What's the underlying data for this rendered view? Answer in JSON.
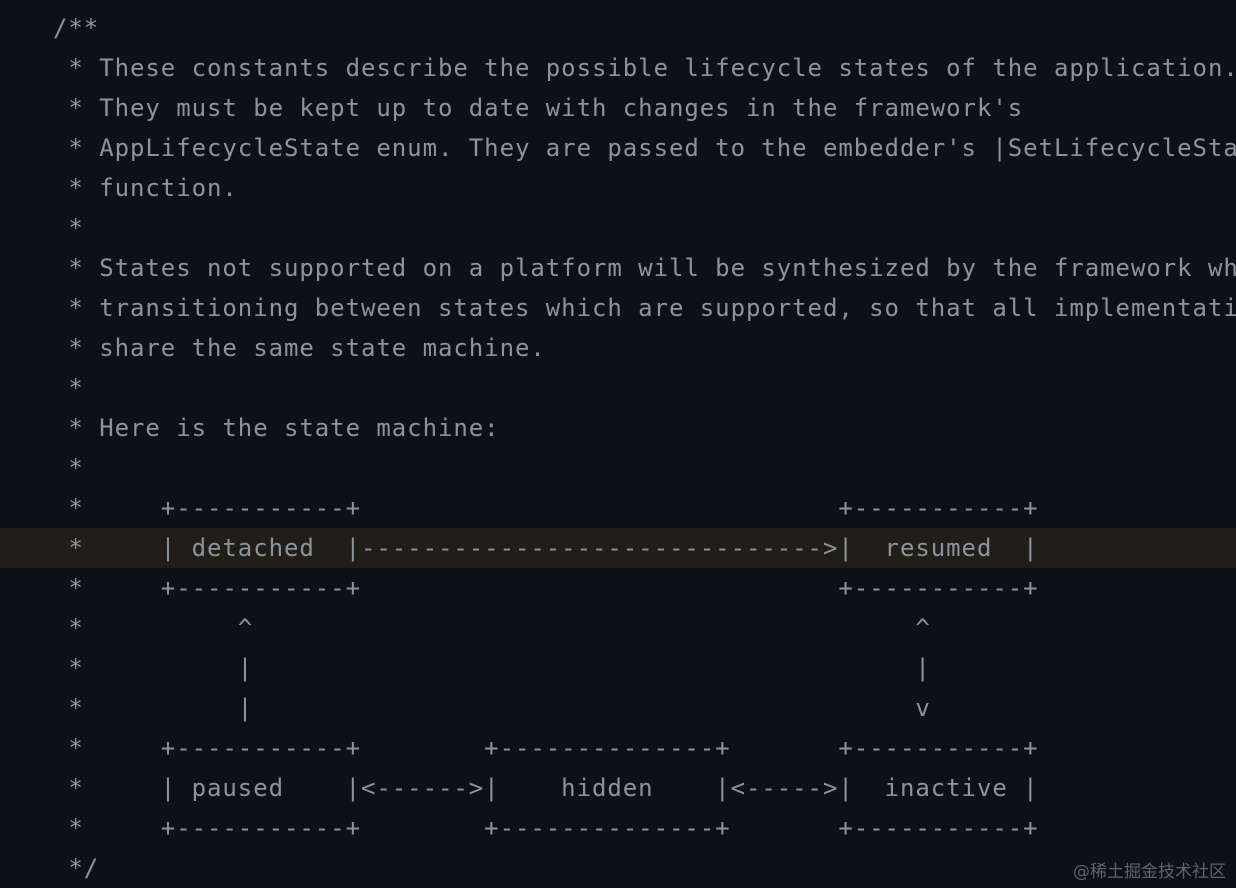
{
  "code": {
    "lines": [
      "/**",
      " * These constants describe the possible lifecycle states of the application.",
      " * They must be kept up to date with changes in the framework's",
      " * AppLifecycleState enum. They are passed to the embedder's |SetLifecycleState|",
      " * function.",
      " *",
      " * States not supported on a platform will be synthesized by the framework when",
      " * transitioning between states which are supported, so that all implementations",
      " * share the same state machine.",
      " *",
      " * Here is the state machine:",
      " *",
      " *     +-----------+                               +-----------+",
      " *     | detached  |------------------------------>|  resumed  |",
      " *     +-----------+                               +-----------+",
      " *          ^                                           ^",
      " *          |                                           |",
      " *          |                                           v",
      " *     +-----------+        +--------------+       +-----------+",
      " *     | paused    |<------>|    hidden    |<----->|  inactive |",
      " *     +-----------+        +--------------+       +-----------+",
      " */"
    ],
    "highlighted_line": 14
  },
  "watermark": "@稀土掘金技术社区"
}
